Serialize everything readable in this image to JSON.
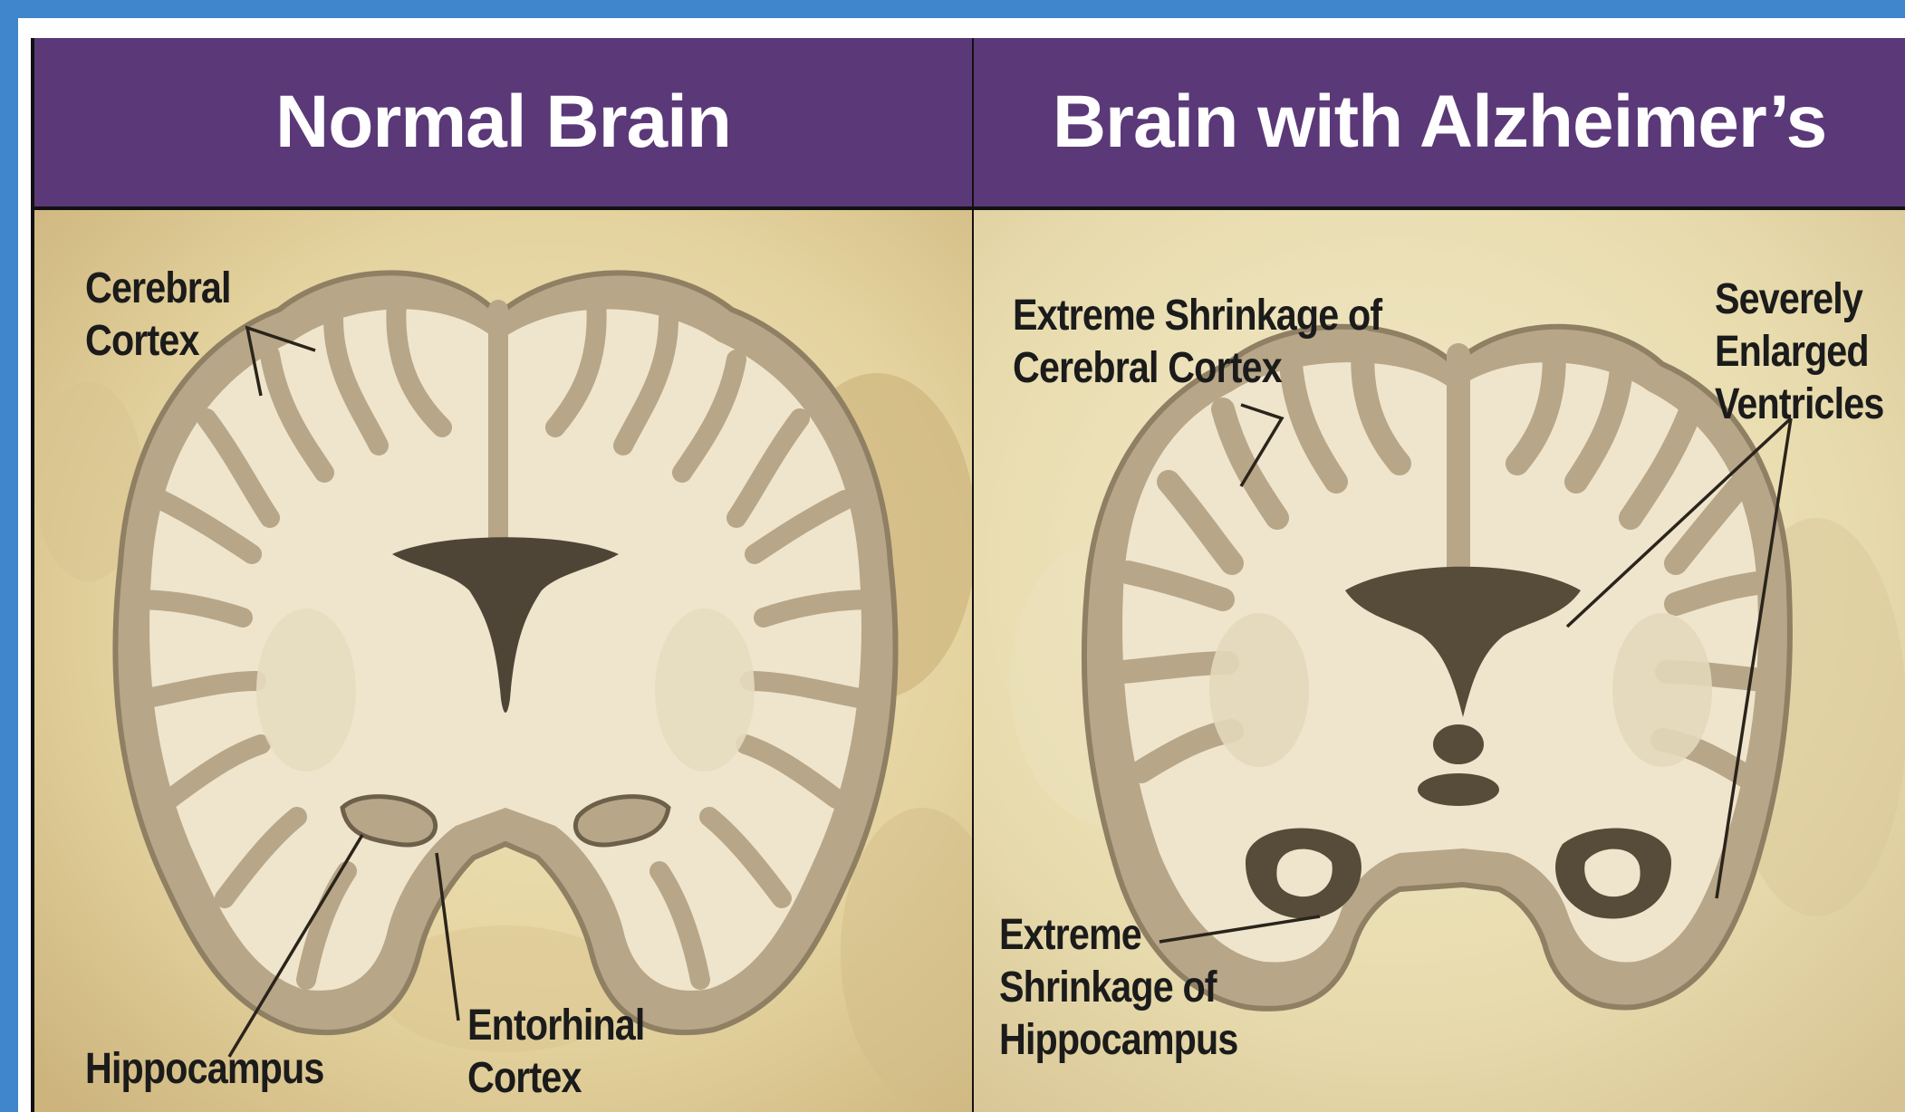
{
  "colors": {
    "page_border": "#3f86cc",
    "header_bg": "#5b3878",
    "header_text": "#ffffff",
    "panel_bg": "#e7d9a6",
    "brain_tissue": "#efe5cc",
    "cortex_band": "#b8a789",
    "label_text": "#1b1b1b"
  },
  "normal": {
    "title": "Normal Brain",
    "labels": {
      "cerebral_cortex": [
        "Cerebral",
        "Cortex"
      ],
      "hippocampus": [
        "Hippocampus"
      ],
      "entorhinal_cortex": [
        "Entorhinal",
        "Cortex"
      ]
    }
  },
  "alzheimers": {
    "title": "Brain with Alzheimer’s",
    "labels": {
      "cortex_shrinkage": [
        "Extreme Shrinkage of",
        "Cerebral Cortex"
      ],
      "enlarged_ventricles": [
        "Severely",
        "Enlarged",
        "Ventricles"
      ],
      "hippocampus_shrinkage": [
        "Extreme",
        "Shrinkage of",
        "Hippocampus"
      ]
    }
  }
}
